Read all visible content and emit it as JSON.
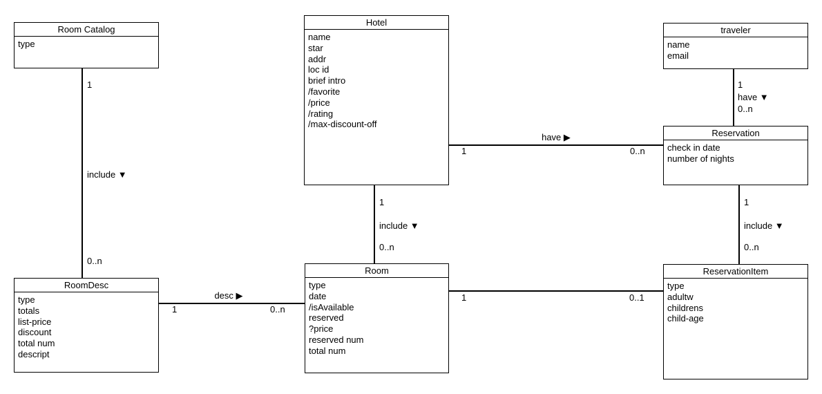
{
  "classes": {
    "room_catalog": {
      "title": "Room Catalog",
      "attributes": [
        "type"
      ]
    },
    "hotel": {
      "title": "Hotel",
      "attributes": [
        "name",
        "star",
        "addr",
        "loc id",
        "brief intro",
        "/favorite",
        "/price",
        "/rating",
        "/max-discount-off"
      ]
    },
    "traveler": {
      "title": "traveler",
      "attributes": [
        "name",
        "email"
      ]
    },
    "reservation": {
      "title": "Reservation",
      "attributes": [
        "check in date",
        "number of nights"
      ]
    },
    "room_desc": {
      "title": "RoomDesc",
      "attributes": [
        "type",
        "totals",
        "list-price",
        "discount",
        "total num",
        "descript"
      ]
    },
    "room": {
      "title": "Room",
      "attributes": [
        "type",
        "date",
        "/isAvailable",
        "reserved",
        "?price",
        "reserved num",
        "total num"
      ]
    },
    "reservation_item": {
      "title": "ReservationItem",
      "attributes": [
        "type",
        "adultw",
        "childrens",
        "child-age"
      ]
    }
  },
  "associations": {
    "catalog_include_roomdesc": {
      "label": "include ▼",
      "source_mult": "1",
      "target_mult": "0..n"
    },
    "hotel_include_room": {
      "label": "include ▼",
      "source_mult": "1",
      "target_mult": "0..n"
    },
    "traveler_have_reservation": {
      "label": "have ▼",
      "source_mult": "1",
      "target_mult": "0..n"
    },
    "reservation_include_item": {
      "label": "include ▼",
      "source_mult": "1",
      "target_mult": "0..n"
    },
    "hotel_have_reservation": {
      "label": "have ▶",
      "source_mult": "1",
      "target_mult": "0..n"
    },
    "roomdesc_desc_room": {
      "label": "desc ▶",
      "source_mult": "1",
      "target_mult": "0..n"
    },
    "room_reservationitem": {
      "source_mult": "1",
      "target_mult": "0..1"
    }
  },
  "colors": {
    "line": "#000000",
    "background": "#ffffff",
    "text": "#000000"
  }
}
